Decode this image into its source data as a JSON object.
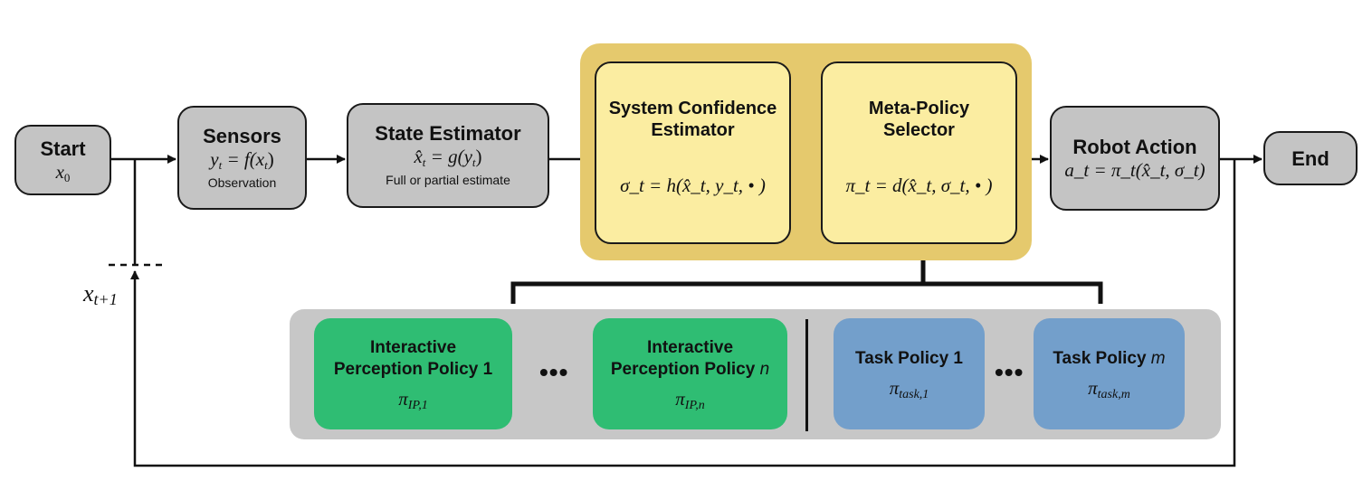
{
  "diagram": {
    "nodes": {
      "start": {
        "title": "Start",
        "math": "x",
        "math_sub": "0"
      },
      "sensors": {
        "title": "Sensors",
        "math_lhs": "y",
        "math_lhs_sub": "t",
        "math_rhs": " = f(x",
        "math_rhs_sub": "t",
        "math_close": ")",
        "caption": "Observation"
      },
      "state_estimator": {
        "title": "State Estimator",
        "math_lhs": "x̂",
        "math_lhs_sub": "t",
        "math_rhs": " = g(y",
        "math_rhs_sub": "t",
        "math_close": ")",
        "caption": "Full or partial estimate"
      },
      "system_confidence_estimator": {
        "title_line1": "System Confidence",
        "title_line2": "Estimator",
        "math": "σ_t = h(x̂_t, y_t, • )"
      },
      "meta_policy_selector": {
        "title_line1": "Meta-Policy",
        "title_line2": "Selector",
        "math": "π_t = d(x̂_t, σ_t, • )"
      },
      "robot_action": {
        "title": "Robot Action",
        "math": "a_t = π_t(x̂_t, σ_t)"
      },
      "end": {
        "title": "End"
      }
    },
    "policies": {
      "interactive_perception": [
        {
          "title_line1": "Interactive",
          "title_line2": "Perception Policy 1",
          "symbol": "π",
          "symbol_sub": "IP,1"
        },
        {
          "title_line1": "Interactive",
          "title_line2": "Perception Policy ",
          "title_var": "n",
          "symbol": "π",
          "symbol_sub": "IP,n"
        }
      ],
      "task": [
        {
          "title": "Task Policy 1",
          "symbol": "π",
          "symbol_sub": "task,1"
        },
        {
          "title": "Task Policy ",
          "title_var": "m",
          "symbol": "π",
          "symbol_sub": "task,m"
        }
      ],
      "ellipsis": "•••"
    },
    "feedback_label": {
      "var": "x",
      "sub": "t+1"
    },
    "colors": {
      "gray_node": "#c4c4c4",
      "yellow_node": "#fbeda1",
      "yellow_container": "#e5c96d",
      "policy_container": "#c7c7c7",
      "ip_policy": "#2fbd73",
      "task_policy": "#739fcb",
      "line": "#111111"
    }
  }
}
